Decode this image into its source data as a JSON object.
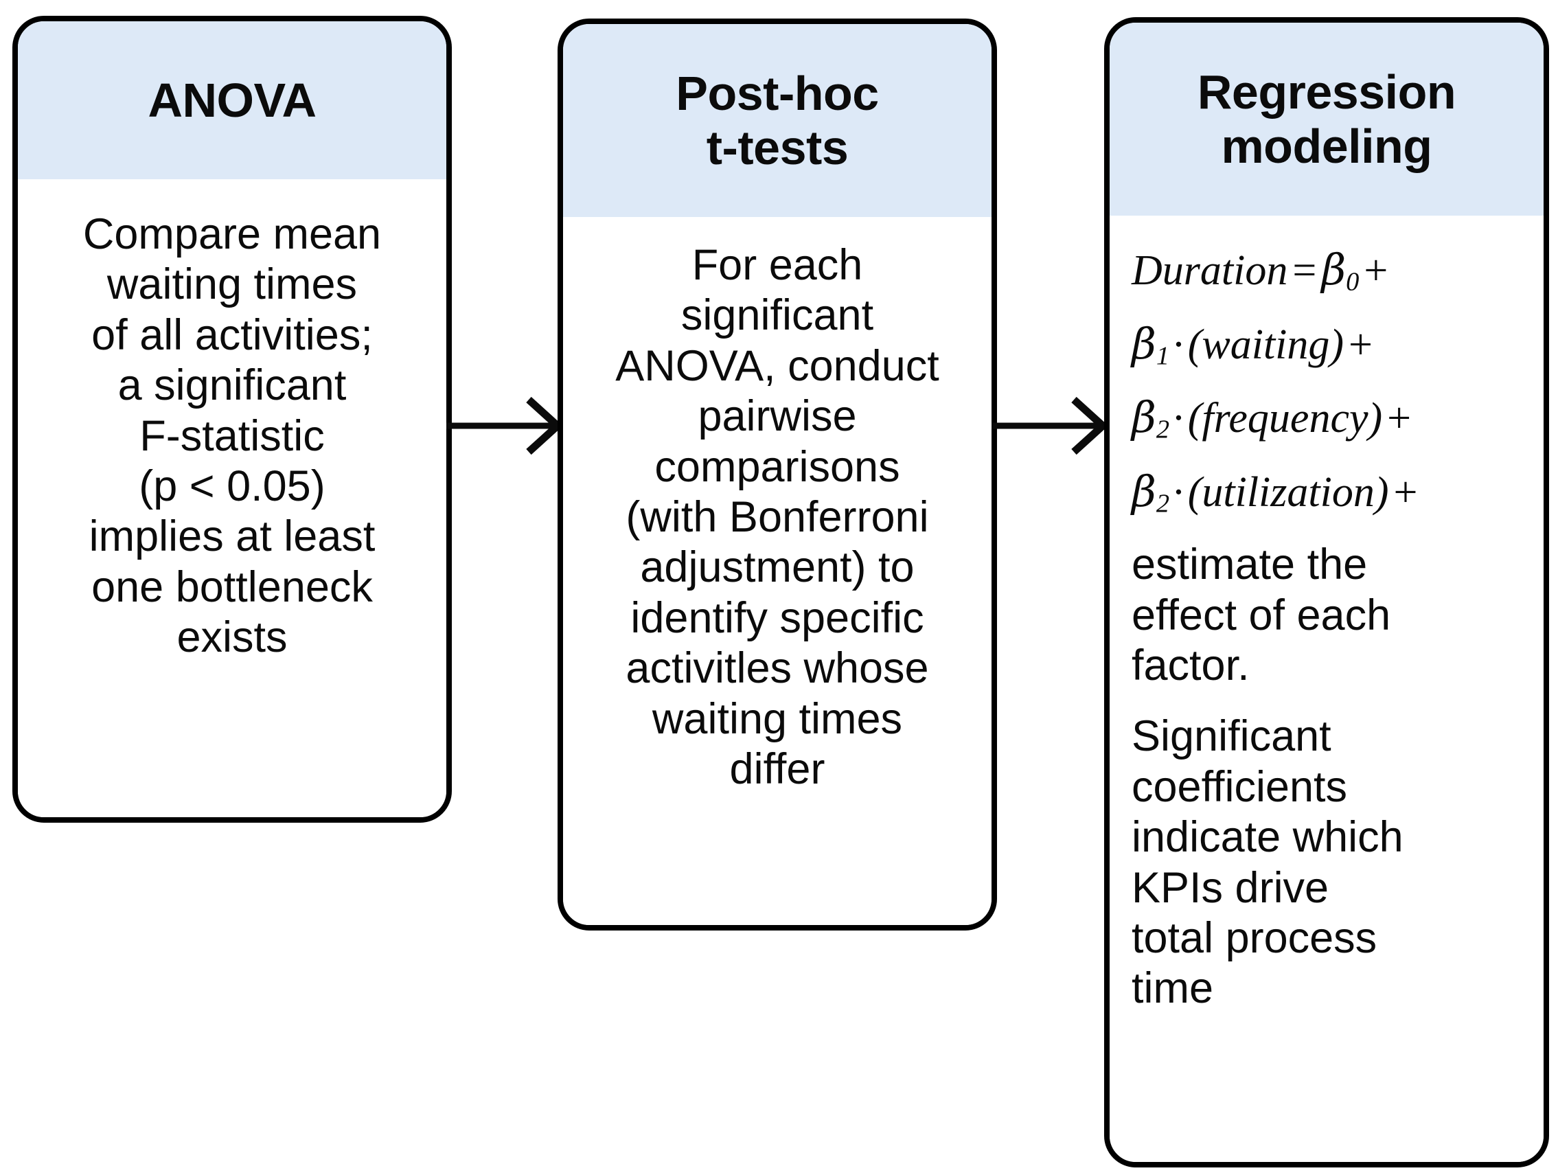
{
  "diagram": {
    "type": "horizontal-flow",
    "background_color": "#ffffff",
    "header_band_color": "#dde9f7",
    "border_color": "#000000",
    "text_color": "#0b0b0b",
    "steps": [
      {
        "id": "anova",
        "title": "ANOVA",
        "body": "Compare mean\nwaiting times\nof all activities;\na significant\nF-statistic\n(p < 0.05)\nimplies at least\none bottleneck\nexists"
      },
      {
        "id": "post-hoc-t-tests",
        "title": "Post-hoc\nt-tests",
        "body": "For each\nsignificant\nANOVA, conduct\npairwise\ncomparisons\n(with Bonferroni\nadjustment) to\nidentify specific\nactivitles whose\nwaiting times\ndiffer"
      },
      {
        "id": "regression-modeling",
        "title": "Regression\nmodeling",
        "formula": {
          "lines": [
            {
              "lhs": "Duration",
              "eq": "=",
              "coef": "β",
              "sub": "0",
              "term": "",
              "trailing": "+"
            },
            {
              "lhs": "",
              "eq": "",
              "coef": "β",
              "sub": "1",
              "term": "(waiting)",
              "trailing": "+"
            },
            {
              "lhs": "",
              "eq": "",
              "coef": "β",
              "sub": "2",
              "term": "(frequency)",
              "trailing": "+"
            },
            {
              "lhs": "",
              "eq": "",
              "coef": "β",
              "sub": "2",
              "term": "(utilization)",
              "trailing": "+"
            }
          ],
          "plain_text": "Duration = β0 + β1·(waiting) + β2·(frequency) + β2·(utilization) +"
        },
        "paragraphs": [
          "estimate the\neffect of each\nfactor.",
          "Significant\ncoefficients\nindicate which\nKPIs drive\ntotal process\ntime"
        ]
      }
    ],
    "connectors": [
      {
        "id": "arrow-anova-to-posthoc",
        "from": "anova",
        "to": "post-hoc-t-tests",
        "style": "open-arrowhead"
      },
      {
        "id": "arrow-posthoc-to-regression",
        "from": "post-hoc-t-tests",
        "to": "regression-modeling",
        "style": "open-arrowhead"
      }
    ]
  }
}
